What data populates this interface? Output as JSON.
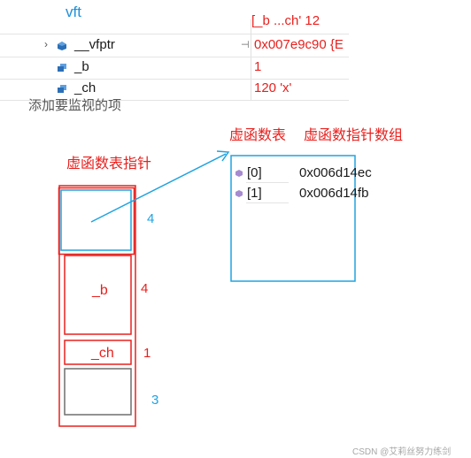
{
  "watch": {
    "title": "vft",
    "top_cut_text": "[_b ...ch' 12",
    "rows": [
      {
        "name": "__vfptr",
        "value": "0x007e9c90 {E",
        "expandable": true
      },
      {
        "name": "_b",
        "value": "1",
        "expandable": false
      },
      {
        "name": "_ch",
        "value": "120 'x'",
        "expandable": false
      }
    ],
    "add_watch_hint": "添加要监视的项"
  },
  "annotations": {
    "vtable_label": "虚函数表",
    "vtable_array_label": "虚函数指针数组",
    "vptr_label": "虚函数表指针",
    "b_label": "_b",
    "ch_label": "_ch",
    "size_vptr": "4",
    "size_b": "4",
    "size_ch": "1",
    "size_pad": "3"
  },
  "vtable": {
    "entries": [
      {
        "index": "[0]",
        "address": "0x006d14ec"
      },
      {
        "index": "[1]",
        "address": "0x006d14fb"
      }
    ]
  },
  "watermark": "CSDN @艾莉丝努力练剑",
  "colors": {
    "red": "#e8201d",
    "blue": "#1fa3e0",
    "gray_box": "#6e6e6e"
  }
}
